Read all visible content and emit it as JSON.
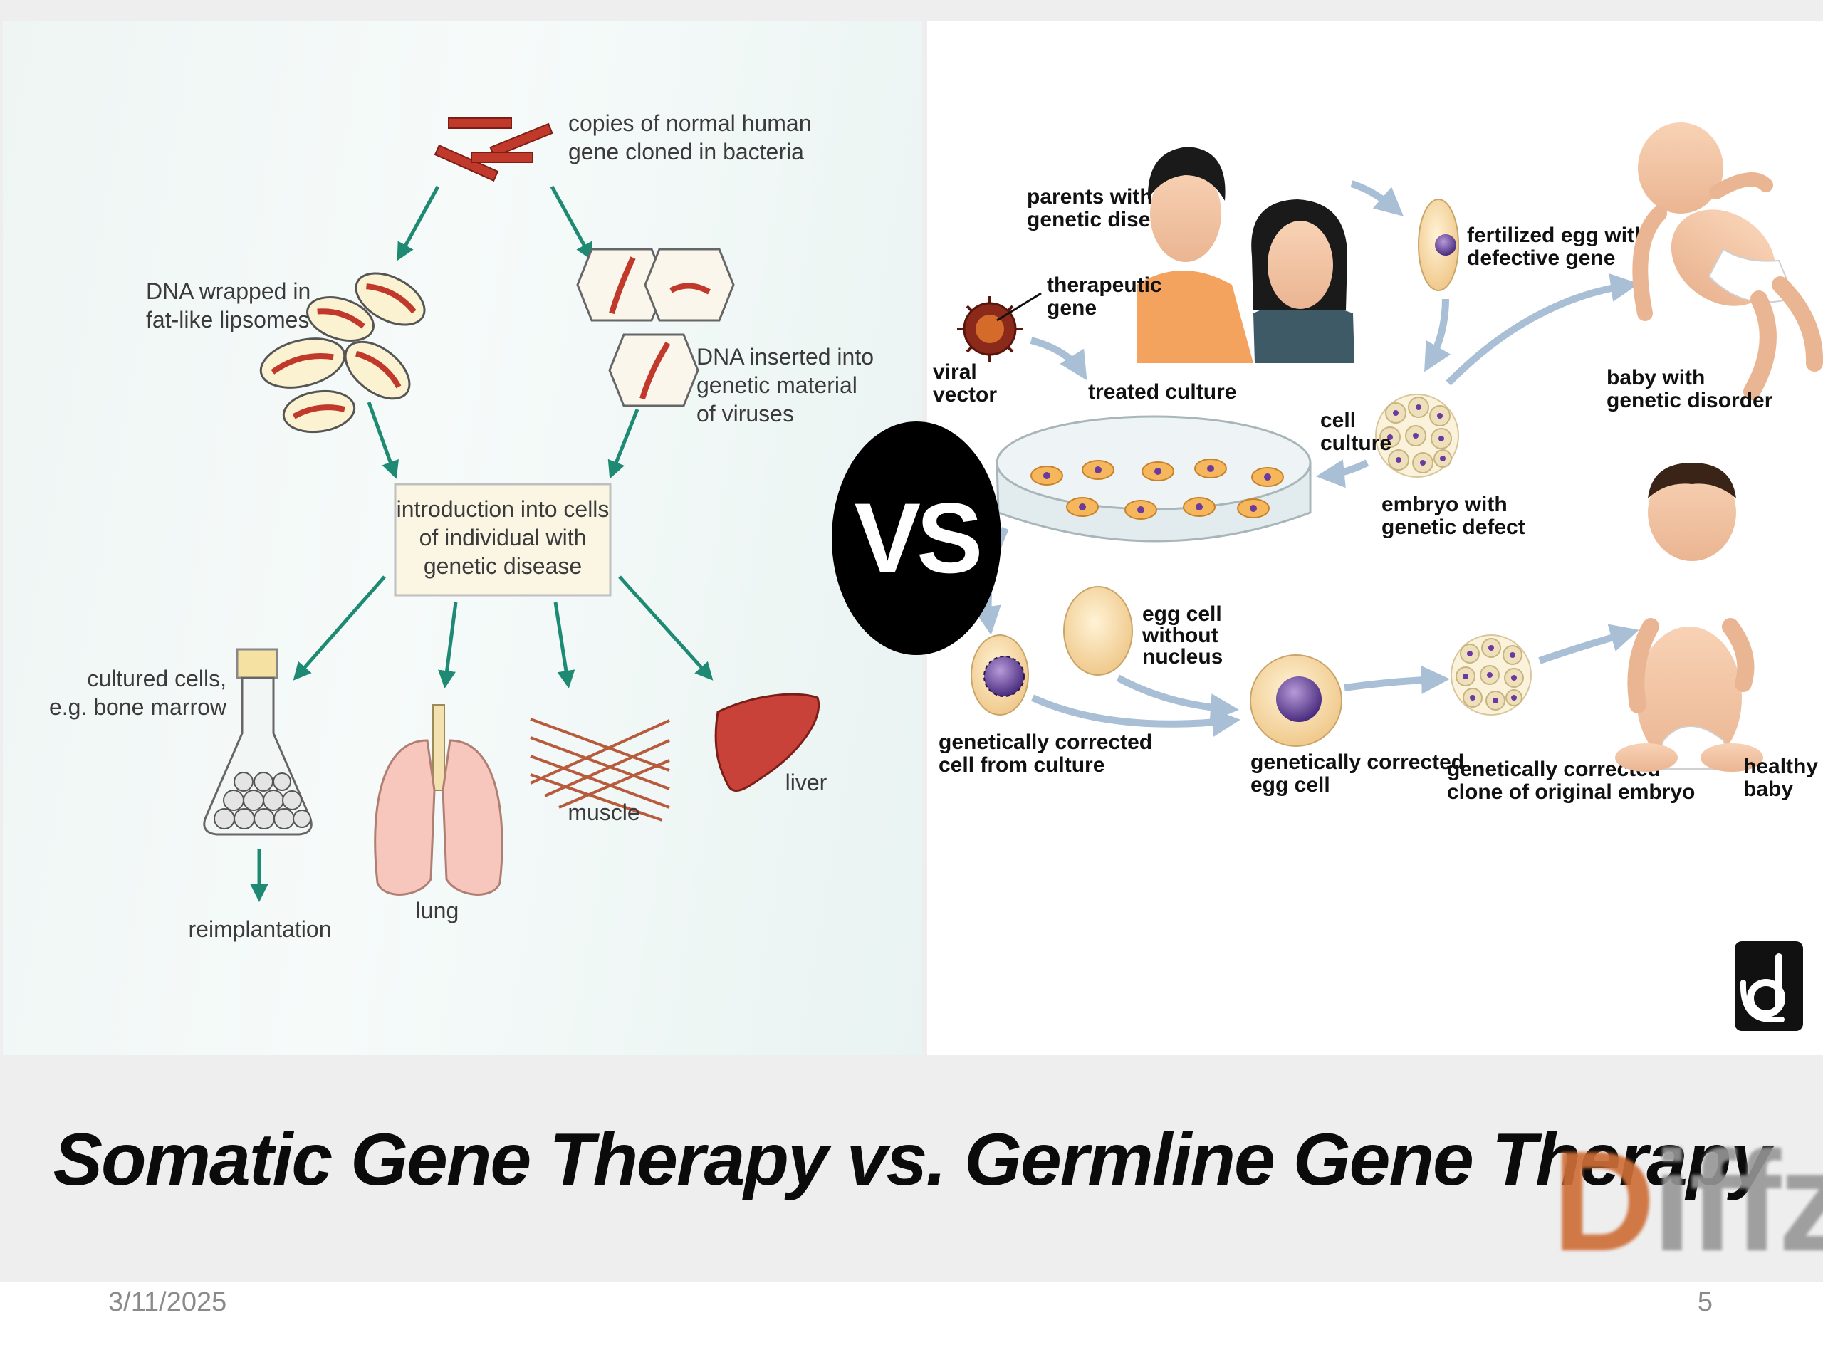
{
  "slide": {
    "title": "Somatic Gene Therapy vs. Germline Gene Therapy",
    "date": "3/11/2025",
    "page_number": "5",
    "vs_badge": "VS",
    "watermark": {
      "first_letter": "D",
      "rest": "iffzi"
    }
  },
  "somatic_diagram": {
    "copies_l1": "copies of normal human",
    "copies_l2": "gene cloned in bacteria",
    "liposomes_l1": "DNA wrapped in",
    "liposomes_l2": "fat-like lipsomes",
    "viruses_l1": "DNA inserted into",
    "viruses_l2": "genetic material",
    "viruses_l3": "of viruses",
    "intro_l1": "introduction into cells",
    "intro_l2": "of individual with",
    "intro_l3": "genetic disease",
    "cultured_l1": "cultured cells,",
    "cultured_l2": "e.g. bone marrow",
    "reimplantation": "reimplantation",
    "lung": "lung",
    "muscle": "muscle",
    "liver": "liver"
  },
  "germline_diagram": {
    "parents_l1": "parents with",
    "parents_l2": "genetic disease",
    "therapeutic_l1": "therapeutic",
    "therapeutic_l2": "gene",
    "viral_l1": "viral",
    "viral_l2": "vector",
    "treated_culture": "treated culture",
    "fertilized_l1": "fertilized egg with",
    "fertilized_l2": "defective gene",
    "cellculture_l1": "cell",
    "cellculture_l2": "culture",
    "embryo_l1": "embryo with",
    "embryo_l2": "genetic defect",
    "baby_disorder_l1": "baby with",
    "baby_disorder_l2": "genetic disorder",
    "eggcell_l1": "egg cell",
    "eggcell_l2": "without",
    "eggcell_l3": "nucleus",
    "corrected_cell_l1": "genetically corrected",
    "corrected_cell_l2": "cell from culture",
    "corrected_egg_l1": "genetically corrected",
    "corrected_egg_l2": "egg cell",
    "corrected_clone_l1": "genetically corrected",
    "corrected_clone_l2": "clone of original embryo",
    "healthy_l1": "healthy",
    "healthy_l2": "baby"
  }
}
